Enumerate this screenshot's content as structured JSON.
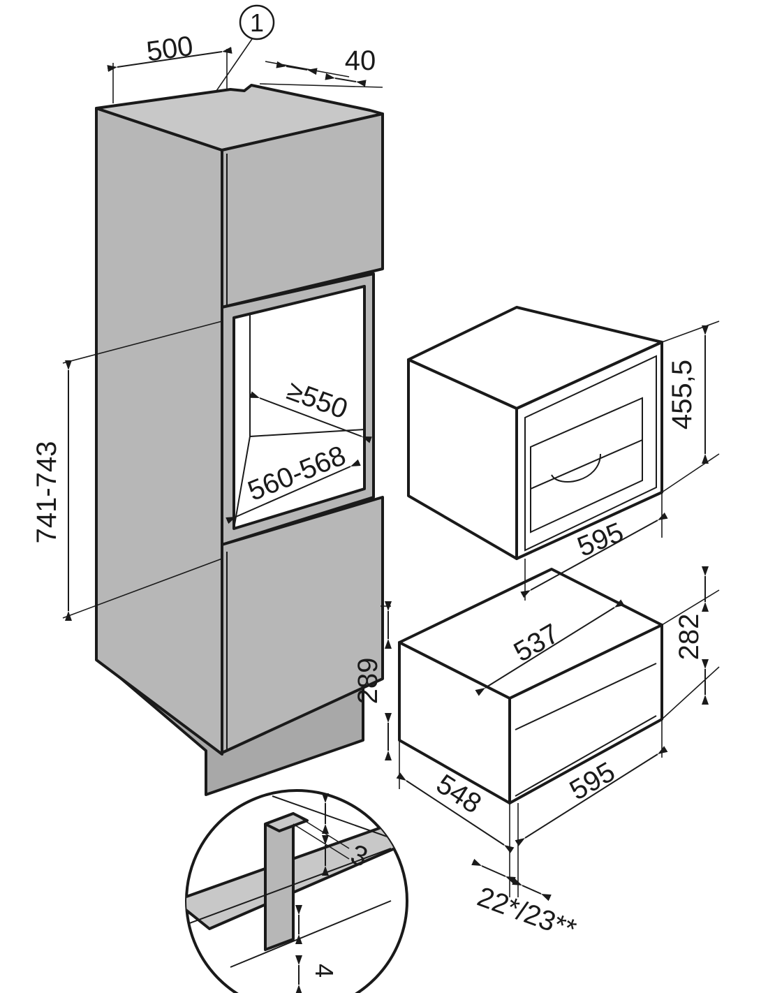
{
  "callout": {
    "number": "1"
  },
  "dimensions": {
    "top_depth": "500",
    "top_gap": "40",
    "niche_depth": "≥550",
    "niche_width": "560-568",
    "niche_height": "741-743",
    "machine_height": "455,5",
    "machine_width": "595",
    "drawer_depth": "537",
    "drawer_height": "282",
    "drawer_niche_height": "289",
    "drawer_side_depth": "548",
    "drawer_width": "595",
    "front_thickness": "22*/23**",
    "detail_gap": "3",
    "detail_offset": "4"
  }
}
